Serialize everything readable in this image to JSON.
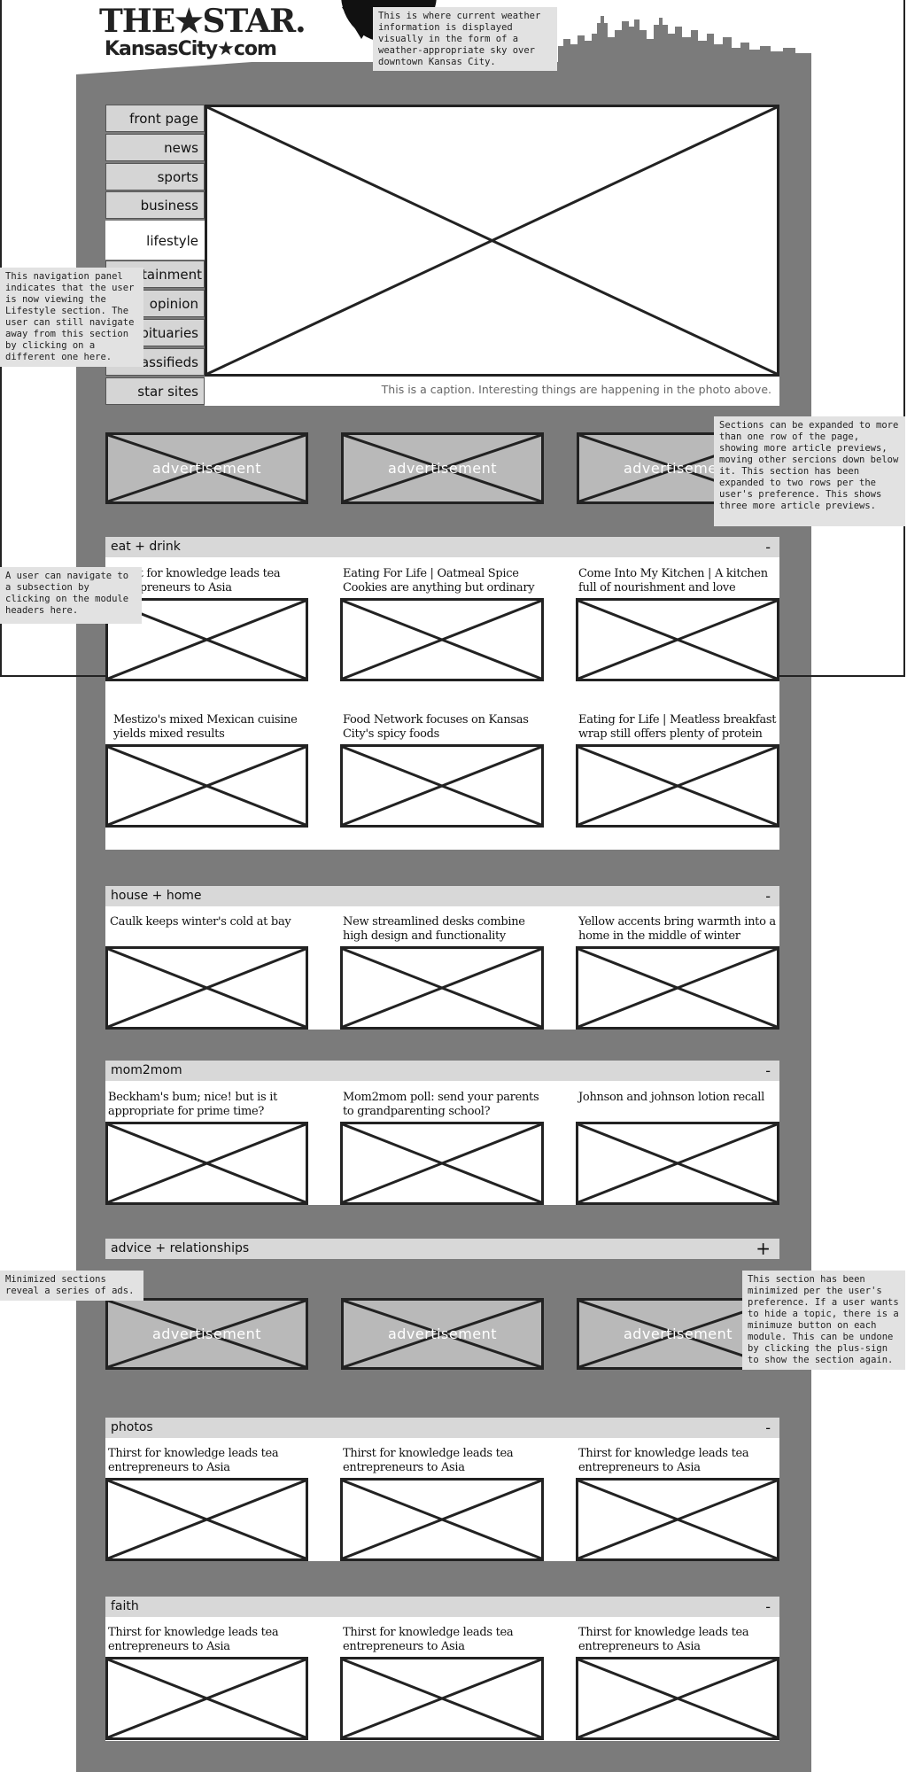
{
  "logo": {
    "line1": "THE★STAR.",
    "line2": "KansasCity★com"
  },
  "notes": {
    "weather": "This is where current weather information is displayed visually in the form of a weather-appropriate sky over downtown Kansas City.",
    "nav": "This navigation panel indicates that the user is now viewing the Lifestyle section. The user can still navigate away from this section by clicking on a different one here.",
    "sections": "Sections can be expanded to more than one row of the page, showing more article previews, moving other sercions down below it. This section has been expanded to two rows per the user's preference. This shows three more article previews.",
    "subsection": "A user can navigate to a subsection by clicking on the module headers here.",
    "minimized_ads": "Minimized sections reveal a series of ads.",
    "minimized": "This section has been minimized per the user's preference. If a user wants to hide a topic, there is a minimuze button on each module. This can be undone by clicking the plus-sign to show the section again."
  },
  "nav": {
    "items": [
      {
        "label": "front page"
      },
      {
        "label": "news"
      },
      {
        "label": "sports"
      },
      {
        "label": "business"
      },
      {
        "label": "lifestyle",
        "active": true
      },
      {
        "label": "entertainment"
      },
      {
        "label": "opinion"
      },
      {
        "label": "obituaries"
      },
      {
        "label": "classifieds"
      },
      {
        "label": "star sites"
      }
    ]
  },
  "hero": {
    "caption": "This is a caption. Interesting things are happening in the photo above."
  },
  "ads": {
    "label": "advertisement"
  },
  "sections": {
    "eat_drink": {
      "title": "eat + drink",
      "toggle": "-",
      "articles": [
        "Thirst for knowledge leads tea entrepreneurs to Asia",
        "Eating For Life | Oatmeal Spice Cookies are anything but ordinary",
        "Come Into My Kitchen | A kitchen full of nourishment and love",
        "Mestizo's mixed Mexican cuisine yields mixed results",
        "Food Network focuses on Kansas City's spicy foods",
        "Eating for Life | Meatless breakfast wrap still offers plenty of protein"
      ]
    },
    "house_home": {
      "title": "house + home",
      "toggle": "-",
      "articles": [
        "Caulk keeps winter's cold at bay",
        "New streamlined desks combine high design and functionality",
        "Yellow accents bring warmth into a home in the middle of winter"
      ]
    },
    "mom2mom": {
      "title": "mom2mom",
      "toggle": "-",
      "articles": [
        "Beckham's bum; nice! but is it appropriate for prime time?",
        "Mom2mom poll: send your parents to grandparenting school?",
        "Johnson and johnson lotion recall"
      ]
    },
    "advice": {
      "title": "advice + relationships",
      "toggle": "+"
    },
    "photos": {
      "title": "photos",
      "toggle": "-",
      "articles": [
        "Thirst for knowledge leads tea entrepreneurs to Asia",
        "Thirst for knowledge leads tea entrepreneurs to Asia",
        "Thirst for knowledge leads tea entrepreneurs to Asia"
      ]
    },
    "faith": {
      "title": "faith",
      "toggle": "-",
      "articles": [
        "Thirst for knowledge leads tea entrepreneurs to Asia",
        "Thirst for knowledge leads tea entrepreneurs to Asia",
        "Thirst for knowledge leads tea entrepreneurs to Asia"
      ]
    }
  }
}
